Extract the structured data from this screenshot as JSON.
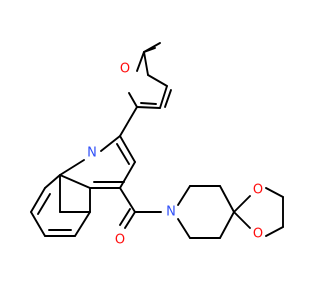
{
  "molecule": {
    "atoms": {
      "o_furan": {
        "label": "O",
        "color": "#ff0d0d"
      },
      "n_quinoline": {
        "label": "N",
        "color": "#3050f8"
      },
      "o_carbonyl": {
        "label": "O",
        "color": "#ff0d0d"
      },
      "n_piperidine": {
        "label": "N",
        "color": "#3050f8"
      },
      "o_ketal_top": {
        "label": "O",
        "color": "#ff0d0d"
      },
      "o_ketal_bottom": {
        "label": "O",
        "color": "#ff0d0d"
      }
    },
    "colors": {
      "carbon_bond": "#000000",
      "oxygen": "#ff0d0d",
      "nitrogen": "#3050f8",
      "background": "#ffffff"
    }
  }
}
